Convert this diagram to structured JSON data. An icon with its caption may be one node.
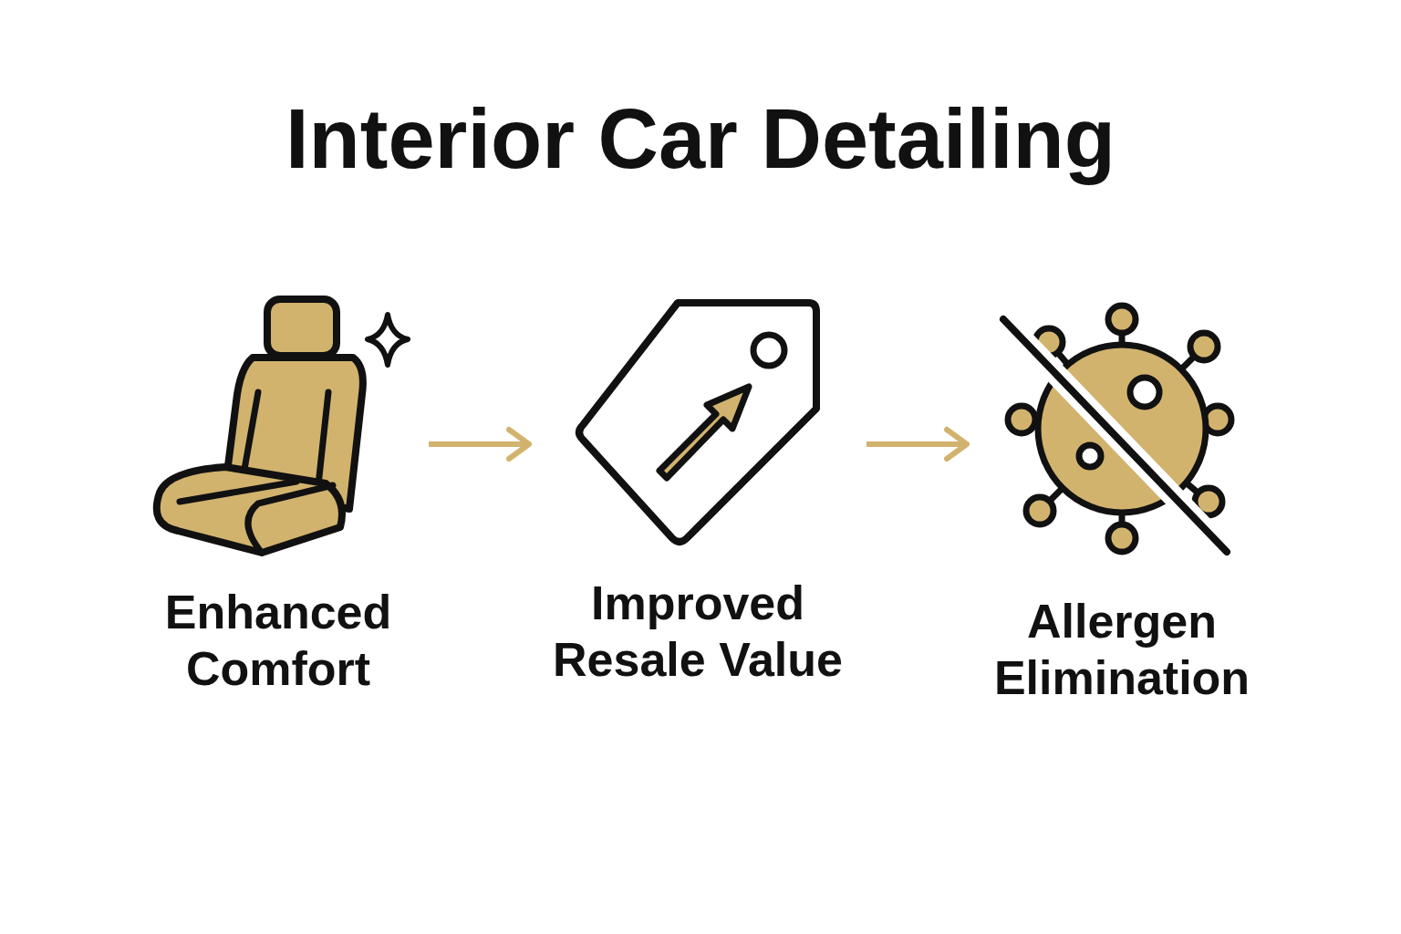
{
  "diagram": {
    "title": "Interior Car Detailing",
    "nodes": [
      {
        "text": [
          "Enhanced Comfort"
        ]
      },
      {
        "text": [
          "Improved Resale Value"
        ]
      },
      {
        "text": [
          "Allergen Elimination"
        ]
      }
    ],
    "edges": [
      {
        "from": 0,
        "to": 1,
        "arrow": "to"
      },
      {
        "from": 1,
        "to": 2,
        "arrow": "to"
      }
    ]
  }
}
